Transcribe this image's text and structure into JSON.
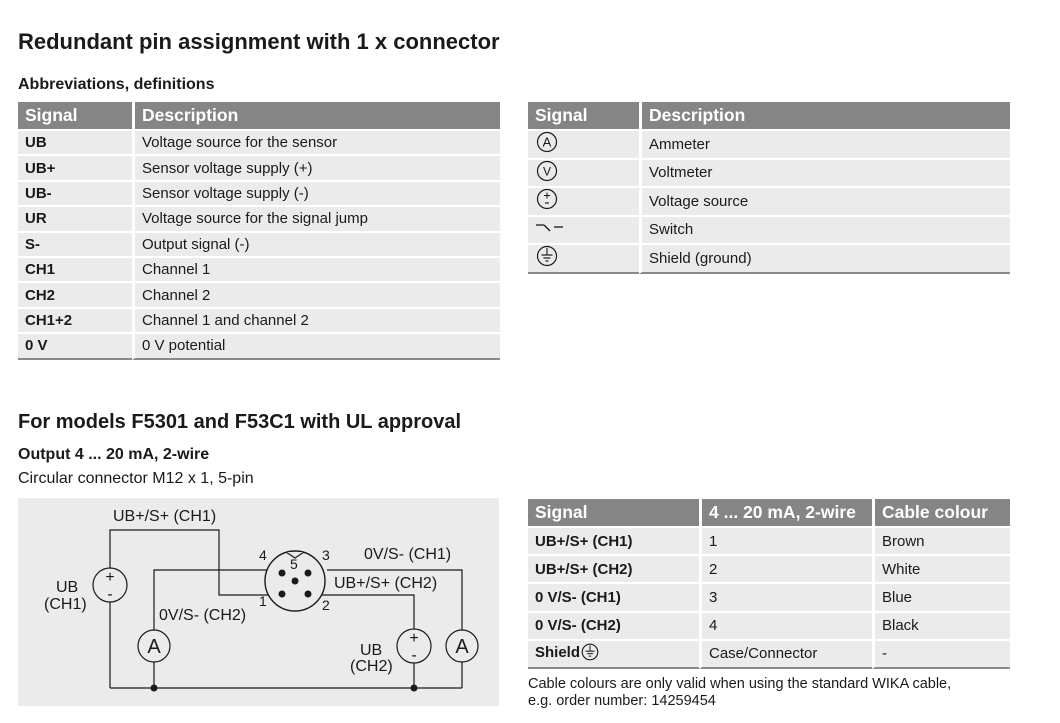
{
  "title": "Redundant pin assignment with 1 x connector",
  "abbreviations_heading": "Abbreviations, definitions",
  "table1": {
    "headers": [
      "Signal",
      "Description"
    ],
    "rows": [
      {
        "signal": "UB",
        "description": "Voltage source for the sensor"
      },
      {
        "signal": "UB+",
        "description": "Sensor voltage supply (+)"
      },
      {
        "signal": "UB-",
        "description": "Sensor voltage supply (-)"
      },
      {
        "signal": "UR",
        "description": "Voltage source for the signal jump"
      },
      {
        "signal": "S-",
        "description": "Output signal (-)"
      },
      {
        "signal": "CH1",
        "description": "Channel 1"
      },
      {
        "signal": "CH2",
        "description": "Channel 2"
      },
      {
        "signal": "CH1+2",
        "description": "Channel 1 and channel 2"
      },
      {
        "signal": "0 V",
        "description": "0 V potential"
      }
    ]
  },
  "table2": {
    "headers": [
      "Signal",
      "Description"
    ],
    "rows": [
      {
        "icon": "ammeter-icon",
        "description": "Ammeter"
      },
      {
        "icon": "voltmeter-icon",
        "description": "Voltmeter"
      },
      {
        "icon": "voltage-source-icon",
        "description": "Voltage source"
      },
      {
        "icon": "switch-icon",
        "description": "Switch"
      },
      {
        "icon": "ground-icon",
        "description": "Shield (ground)"
      }
    ]
  },
  "section2_heading": "For models F5301 and F53C1 with UL approval",
  "output_heading": "Output 4 ... 20 mA, 2-wire",
  "connector_text": "Circular connector M12 x 1, 5-pin",
  "diagram": {
    "ub_ch1_top_label": "UB+/S+ (CH1)",
    "ub_label": "UB",
    "ch1_label": "(CH1)",
    "ov_ch1_label": "0V/S- (CH1)",
    "ub_ch2_plus_label": "UB+/S+ (CH2)",
    "ov_ch2_label": "0V/S- (CH2)",
    "ub_ch2_label": "UB",
    "ch2_label": "(CH2)",
    "pin_labels": [
      "1",
      "2",
      "3",
      "4",
      "5"
    ],
    "ammeter_letter": "A",
    "plus_sign": "+",
    "minus_sign": "-"
  },
  "table3": {
    "headers": [
      "Signal",
      "4 ... 20 mA, 2-wire",
      "Cable colour"
    ],
    "rows": [
      {
        "signal": "UB+/S+ (CH1)",
        "pin": "1",
        "colour": "Brown"
      },
      {
        "signal": "UB+/S+ (CH2)",
        "pin": "2",
        "colour": "White"
      },
      {
        "signal": "0 V/S- (CH1)",
        "pin": "3",
        "colour": "Blue"
      },
      {
        "signal": "0 V/S- (CH2)",
        "pin": "4",
        "colour": "Black"
      },
      {
        "signal": "Shield",
        "pin": "Case/Connector",
        "colour": "-"
      }
    ]
  },
  "note_line1": "Cable colours are only valid when using the standard WIKA cable,",
  "note_line2": "e.g. order number: 14259454",
  "colors": {
    "header_bg": "#858585",
    "row_bg": "#ebebeb"
  }
}
